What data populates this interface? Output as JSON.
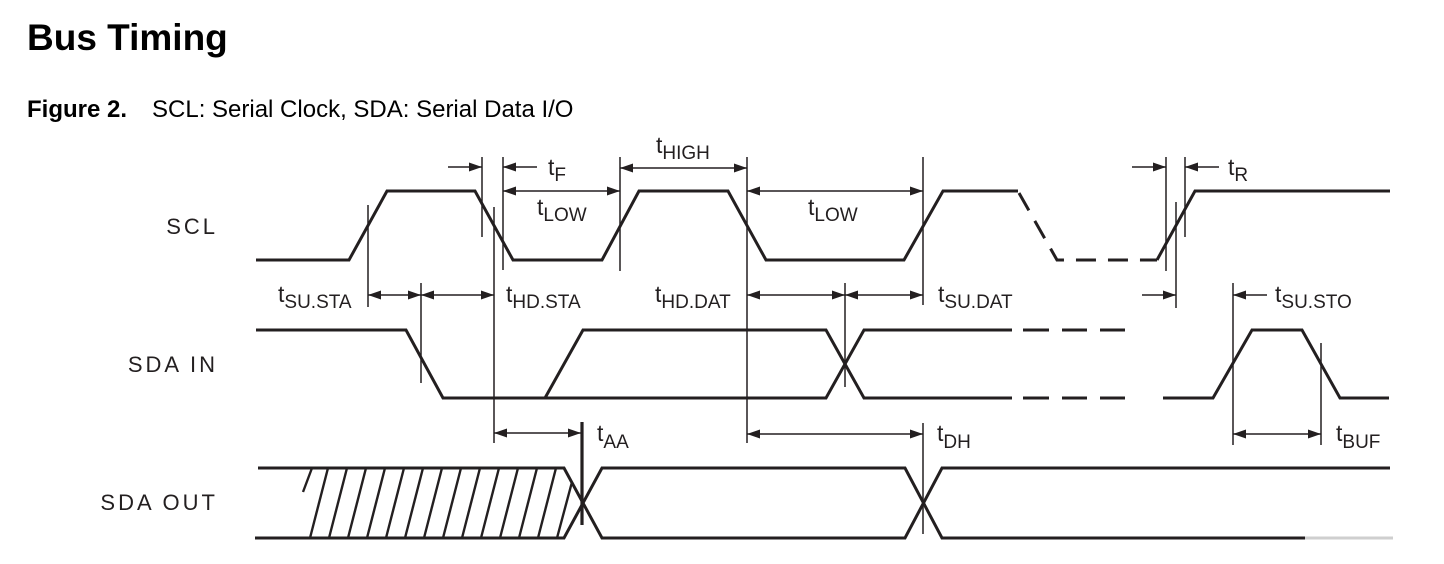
{
  "page": {
    "title": "Bus Timing",
    "figure_label": "Figure 2.",
    "figure_caption": "SCL: Serial Clock, SDA: Serial Data I/O"
  },
  "signals": [
    {
      "name": "SCL"
    },
    {
      "name": "SDA IN"
    },
    {
      "name": "SDA OUT"
    }
  ],
  "timing_params": [
    {
      "id": "tF",
      "symbol": "t",
      "subscript": "F"
    },
    {
      "id": "tLOW",
      "symbol": "t",
      "subscript": "LOW"
    },
    {
      "id": "tHIGH",
      "symbol": "t",
      "subscript": "HIGH"
    },
    {
      "id": "tLOW",
      "symbol": "t",
      "subscript": "LOW"
    },
    {
      "id": "tR",
      "symbol": "t",
      "subscript": "R"
    },
    {
      "id": "tSU.STA",
      "symbol": "t",
      "subscript": "SU.STA"
    },
    {
      "id": "tHD.STA",
      "symbol": "t",
      "subscript": "HD.STA"
    },
    {
      "id": "tHD.DAT",
      "symbol": "t",
      "subscript": "HD.DAT"
    },
    {
      "id": "tSU.DAT",
      "symbol": "t",
      "subscript": "SU.DAT"
    },
    {
      "id": "tSU.STO",
      "symbol": "t",
      "subscript": "SU.STO"
    },
    {
      "id": "tAA",
      "symbol": "t",
      "subscript": "AA"
    },
    {
      "id": "tDH",
      "symbol": "t",
      "subscript": "DH"
    },
    {
      "id": "tBUF",
      "symbol": "t",
      "subscript": "BUF"
    }
  ]
}
